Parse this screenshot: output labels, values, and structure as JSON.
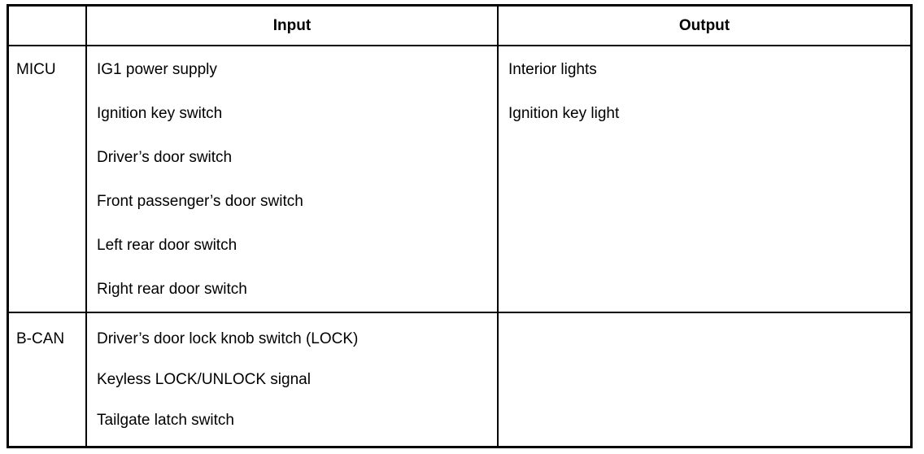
{
  "table": {
    "header": {
      "corner": "",
      "input": "Input",
      "output": "Output"
    },
    "rows": [
      {
        "label": "MICU",
        "input": [
          "IG1 power supply",
          "Ignition key switch",
          "Driver’s door switch",
          "Front passenger’s door switch",
          "Left rear door switch",
          "Right rear door switch"
        ],
        "output": [
          "Interior lights",
          "Ignition key light"
        ]
      },
      {
        "label": "B-CAN",
        "input": [
          "Driver’s door lock knob switch (LOCK)",
          "Keyless LOCK/UNLOCK signal",
          "Tailgate latch switch"
        ],
        "output": []
      }
    ],
    "colors": {
      "border": "#000000",
      "background": "#ffffff",
      "text": "#000000"
    }
  }
}
